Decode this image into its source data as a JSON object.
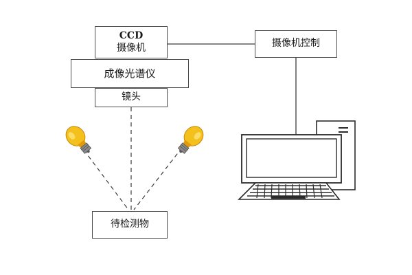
{
  "diagram": {
    "ccd_line1": "CCD",
    "ccd_line2": "摄像机",
    "spectrometer": "成像光谱仪",
    "lens": "镜头",
    "camera_control": "摄像机控制",
    "test_object": "待检测物"
  },
  "colors": {
    "line": "#3a3a3a",
    "bulb": "#f4c01c",
    "bulb_shade": "#e09a0c",
    "base": "#8a8a8a",
    "computer": "#2a2a2a"
  }
}
